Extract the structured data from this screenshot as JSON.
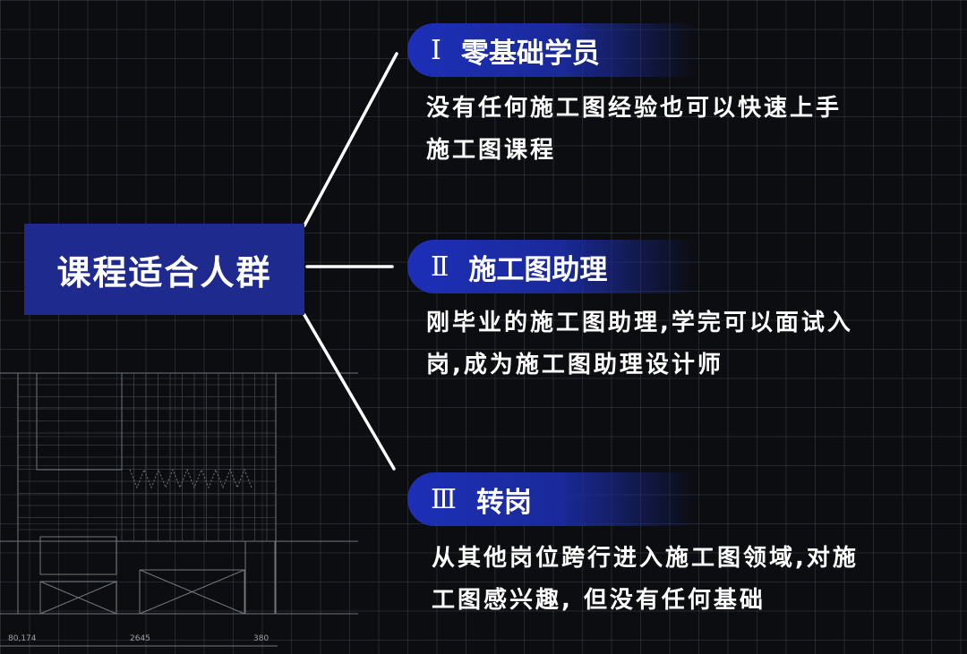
{
  "center": {
    "title": "课程适合人群"
  },
  "branches": [
    {
      "numeral": "Ⅰ",
      "title": "零基础学员",
      "description_lines": [
        "没有任何施工图经验也可以快速上手",
        "施工图课程"
      ]
    },
    {
      "numeral": "Ⅱ",
      "title": "施工图助理",
      "description_lines": [
        "刚毕业的施工图助理,学完可以面试入",
        "岗,成为施工图助理设计师"
      ]
    },
    {
      "numeral": "Ⅲ",
      "title": "转岗",
      "description_lines": [
        "从其他岗位跨行进入施工图领域,对施",
        "工图感兴趣, 但没有任何基础"
      ]
    }
  ],
  "drawing": {
    "dimensions": [
      "80,174",
      "2645",
      "380"
    ]
  },
  "colors": {
    "accent": "#1f2a8e",
    "background": "#0c0d10"
  }
}
